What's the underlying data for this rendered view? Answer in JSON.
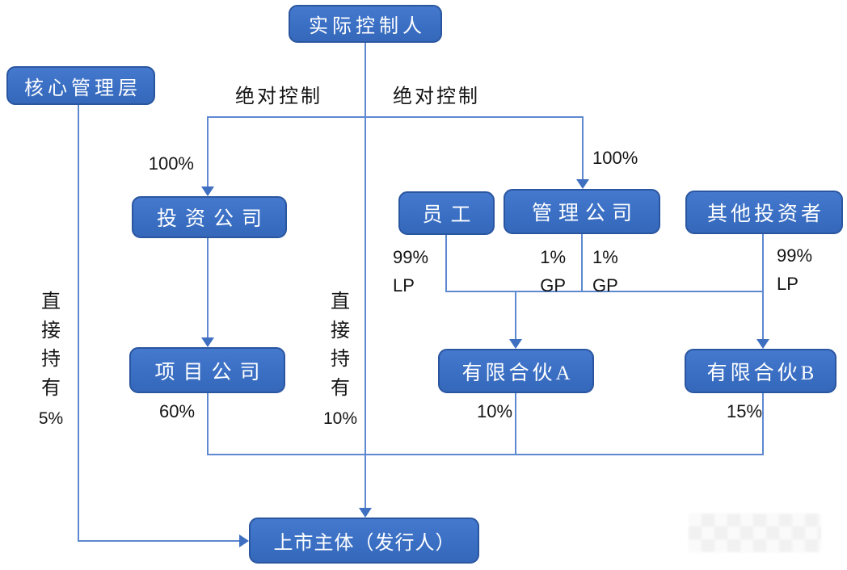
{
  "nodes": {
    "actual_controller": "实际控制人",
    "core_management": "核心管理层",
    "investment_company": "投资公司",
    "employees": "员工",
    "management_company": "管理公司",
    "other_investors": "其他投资者",
    "project_company": "项目公司",
    "limited_partnership_a": "有限合伙A",
    "limited_partnership_b": "有限合伙B",
    "listed_entity": "上市主体（发行人）"
  },
  "labels": {
    "absolute_control_left": "绝对控制",
    "absolute_control_right": "绝对控制",
    "pct_100_left": "100%",
    "pct_100_right": "100%",
    "employees_stake_pct": "99%",
    "employees_stake_role": "LP",
    "mgmt_stake_a_pct": "1%",
    "mgmt_stake_a_role": "GP",
    "mgmt_stake_b_pct": "1%",
    "mgmt_stake_b_role": "GP",
    "other_investors_stake_pct": "99%",
    "other_investors_stake_role": "LP",
    "direct_hold_left_text": "直接持有",
    "direct_hold_left_pct": "5%",
    "direct_hold_right_text": "直接持有",
    "direct_hold_right_pct": "10%",
    "project_company_stake": "60%",
    "lp_a_stake": "10%",
    "lp_b_stake": "15%"
  },
  "colors": {
    "node_fill": "#3A6FC4",
    "node_border": "#2A56A0",
    "node_text": "#FFFFFF",
    "connector": "#5E88D0",
    "arrow": "#3F6FC1",
    "label_text": "#141414",
    "background": "#FFFFFF"
  }
}
